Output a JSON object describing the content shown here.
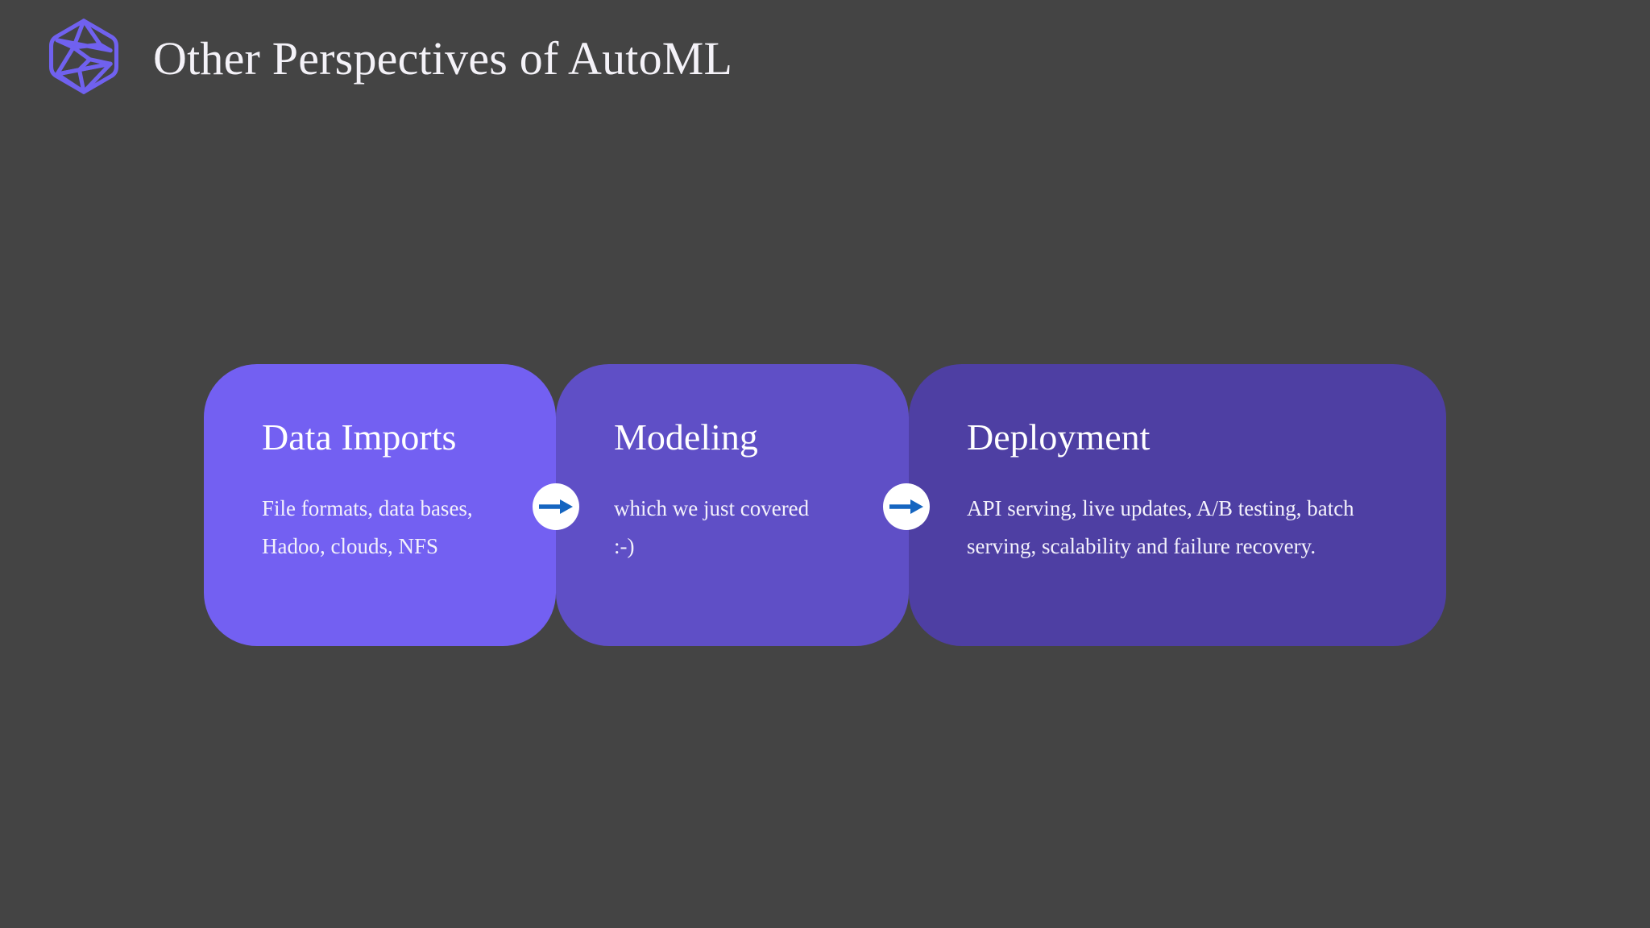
{
  "slide": {
    "title": "Other Perspectives of AutoML",
    "background_color": "#444444",
    "logo_icon": "polyhedron-logo-icon",
    "logo_color": "#7061ef"
  },
  "flow": {
    "arrow_icon": "arrow-right-icon",
    "arrow_color": "#1565c0",
    "arrow_circle_color": "#ffffff",
    "cards": [
      {
        "title": "Data Imports",
        "body": "File formats, data bases, Hadoo, clouds, NFS",
        "color": "#7360f2"
      },
      {
        "title": "Modeling",
        "body": "which we just covered :-)",
        "color": "#5f4fc6"
      },
      {
        "title": "Deployment",
        "body": "API serving, live updates, A/B testing, batch serving, scalability and failure recovery.",
        "color": "#4e3fa3"
      }
    ]
  }
}
